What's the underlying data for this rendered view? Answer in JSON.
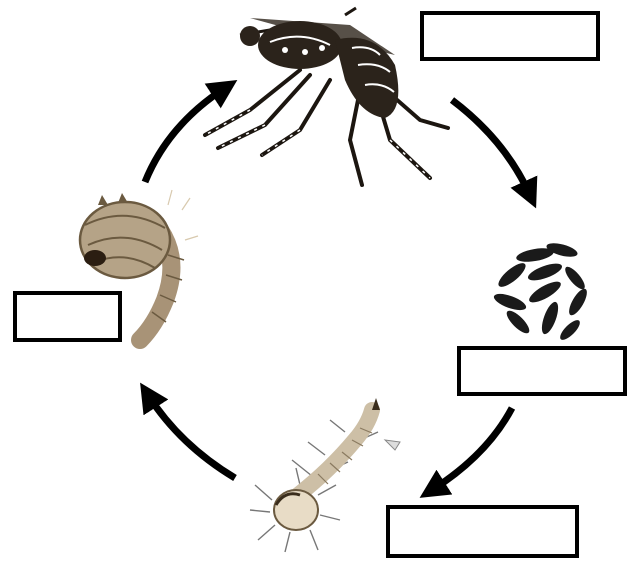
{
  "diagram": {
    "stages": [
      {
        "id": "adult",
        "icon": "mosquito-adult-icon",
        "label": ""
      },
      {
        "id": "egg",
        "icon": "egg-cluster-icon",
        "label": ""
      },
      {
        "id": "larva",
        "icon": "larva-icon",
        "label": ""
      },
      {
        "id": "pupa",
        "icon": "pupa-icon",
        "label": ""
      }
    ],
    "arrow_color": "#000000",
    "body_color": "#2b231b",
    "stripe_color": "#ffffff",
    "larva_color": "#cdbfa6",
    "pupa_color": "#a89377"
  }
}
